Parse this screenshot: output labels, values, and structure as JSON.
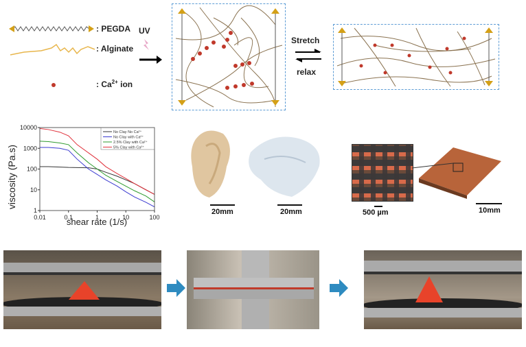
{
  "legend": {
    "pegda": ": PEGDA",
    "alginate": ": Alginate",
    "ca_prefix": ": Ca",
    "ca_sup": "2+",
    "ca_suffix": " ion"
  },
  "uv_label": "UV",
  "stretch_label": "Stretch",
  "relax_label": "relax",
  "scale_bars": {
    "ear": "20mm",
    "blob": "20mm",
    "micro": "500 µm",
    "scaffold": "10mm"
  },
  "colors": {
    "pegda": "#d4a017",
    "alginate": "#e8b64c",
    "ca": "#c0392b",
    "box": "#5b9bd5",
    "arrow_blue": "#2e8bc0"
  },
  "chart_data": {
    "type": "line",
    "xlabel": "shear rate (1/s)",
    "ylabel": "viscosity (Pa.s)",
    "xscale": "log",
    "yscale": "log",
    "xlim": [
      0.01,
      100
    ],
    "ylim": [
      1,
      10000
    ],
    "xticks": [
      "0.01",
      "0.1",
      "1",
      "10",
      "100"
    ],
    "yticks": [
      "1",
      "10",
      "100",
      "1000",
      "10000"
    ],
    "legend_position": "top-right",
    "x": [
      0.01,
      0.02,
      0.05,
      0.1,
      0.2,
      0.5,
      1,
      2,
      5,
      10,
      20,
      50,
      100
    ],
    "series": [
      {
        "name": "No Clay No Ca²⁺",
        "color": "#333333",
        "values": [
          130,
          130,
          125,
          120,
          118,
          115,
          100,
          70,
          45,
          30,
          20,
          10,
          6
        ]
      },
      {
        "name": "No Clay with Ca²⁺",
        "color": "#3a3ad0",
        "values": [
          1100,
          1100,
          1000,
          800,
          300,
          100,
          55,
          30,
          15,
          8,
          4.5,
          2.5,
          1.5
        ]
      },
      {
        "name": "2.5% Clay with Ca²⁺",
        "color": "#2e9a2e",
        "values": [
          2200,
          2100,
          1800,
          1500,
          600,
          200,
          100,
          50,
          25,
          15,
          9,
          5,
          2.6
        ]
      },
      {
        "name": "5% Clay with Ca²⁺",
        "color": "#e0303a",
        "values": [
          9000,
          8000,
          6000,
          4000,
          1500,
          600,
          300,
          130,
          60,
          35,
          20,
          10,
          6
        ]
      }
    ]
  }
}
